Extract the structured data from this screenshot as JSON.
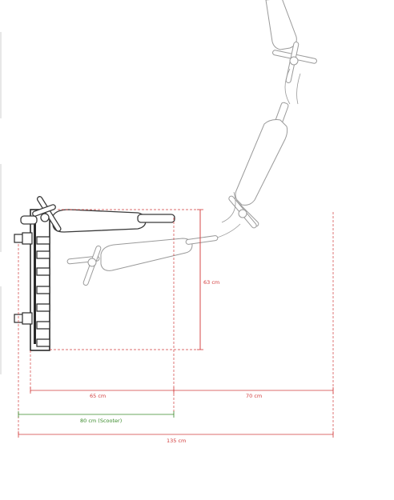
{
  "dimensions": {
    "height_label": "63 cm",
    "depth_label": "65 cm",
    "swing_label": "70 cm",
    "scooter_label": "80 cm (Scooter)",
    "total_label": "135 cm"
  },
  "colors": {
    "dimension_red": "#d23c3c",
    "dimension_green": "#3a8a2a",
    "outline": "#3a3a3a",
    "ghost_outline": "#9a9a9a"
  }
}
